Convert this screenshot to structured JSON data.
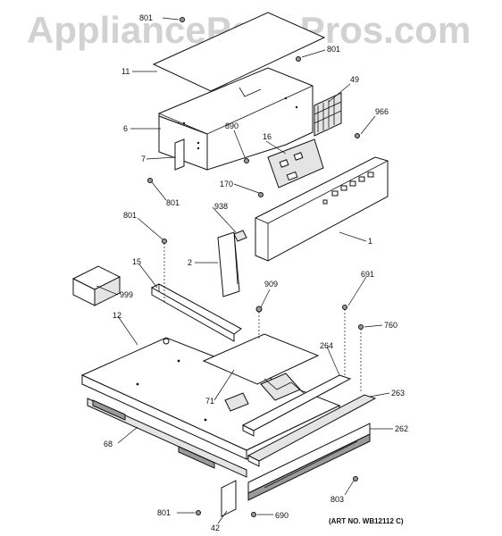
{
  "watermark": "AppliancePartsPros.com",
  "art_number": "(ART NO. WB12112 C)",
  "parts": [
    {
      "id": "p801a",
      "label": "801"
    },
    {
      "id": "p11",
      "label": "11"
    },
    {
      "id": "p801b",
      "label": "801"
    },
    {
      "id": "p49",
      "label": "49"
    },
    {
      "id": "p966",
      "label": "966"
    },
    {
      "id": "p6",
      "label": "6"
    },
    {
      "id": "p890",
      "label": "890"
    },
    {
      "id": "p16",
      "label": "16"
    },
    {
      "id": "p7",
      "label": "7"
    },
    {
      "id": "p801c",
      "label": "801"
    },
    {
      "id": "p170",
      "label": "170"
    },
    {
      "id": "p801d",
      "label": "801"
    },
    {
      "id": "p938",
      "label": "938"
    },
    {
      "id": "p1",
      "label": "1"
    },
    {
      "id": "p2",
      "label": "2"
    },
    {
      "id": "p15",
      "label": "15"
    },
    {
      "id": "p999",
      "label": "999"
    },
    {
      "id": "p909",
      "label": "909"
    },
    {
      "id": "p691",
      "label": "691"
    },
    {
      "id": "p12",
      "label": "12"
    },
    {
      "id": "p760",
      "label": "760"
    },
    {
      "id": "p264",
      "label": "264"
    },
    {
      "id": "p263",
      "label": "263"
    },
    {
      "id": "p71",
      "label": "71"
    },
    {
      "id": "p262",
      "label": "262"
    },
    {
      "id": "p68",
      "label": "68"
    },
    {
      "id": "p803",
      "label": "803"
    },
    {
      "id": "p801e",
      "label": "801"
    },
    {
      "id": "p690",
      "label": "690"
    },
    {
      "id": "p42",
      "label": "42"
    }
  ]
}
